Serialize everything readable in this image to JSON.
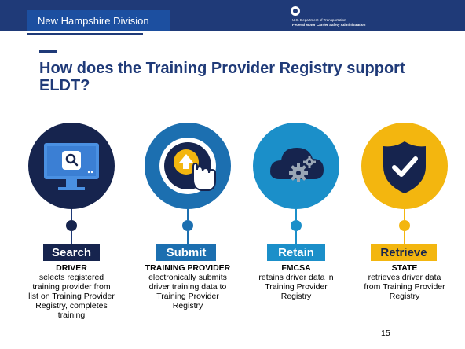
{
  "header": {
    "division": "New Hampshire Division",
    "agency_line1": "U.S. Department of Transportation",
    "agency_line2": "Federal Motor Carrier Safety Administration"
  },
  "title": "How does the Training Provider Registry support ELDT?",
  "steps": [
    {
      "label": "Search",
      "heading": "DRIVER",
      "text": "selects registered training provider from list on Training Provider Registry, completes training",
      "icon": "monitor-search-icon",
      "color": "#16244e"
    },
    {
      "label": "Submit",
      "heading": "TRAINING PROVIDER",
      "text": "electronically submits driver training data to Training Provider Registry",
      "icon": "upload-click-icon",
      "color": "#1c6fb0"
    },
    {
      "label": "Retain",
      "heading": "FMCSA",
      "text": "retains driver data in Training Provider Registry",
      "icon": "cloud-gears-icon",
      "color": "#1b8fc9"
    },
    {
      "label": "Retrieve",
      "heading": "STATE",
      "text": "retrieves driver data from Training Provider Registry",
      "icon": "shield-check-icon",
      "color": "#f3b60f"
    }
  ],
  "page_number": "15",
  "colors": {
    "navy": "#1f3a78",
    "dark_navy": "#16244e",
    "blue": "#1c6fb0",
    "light_blue": "#1b8fc9",
    "gold": "#f3b60f"
  }
}
